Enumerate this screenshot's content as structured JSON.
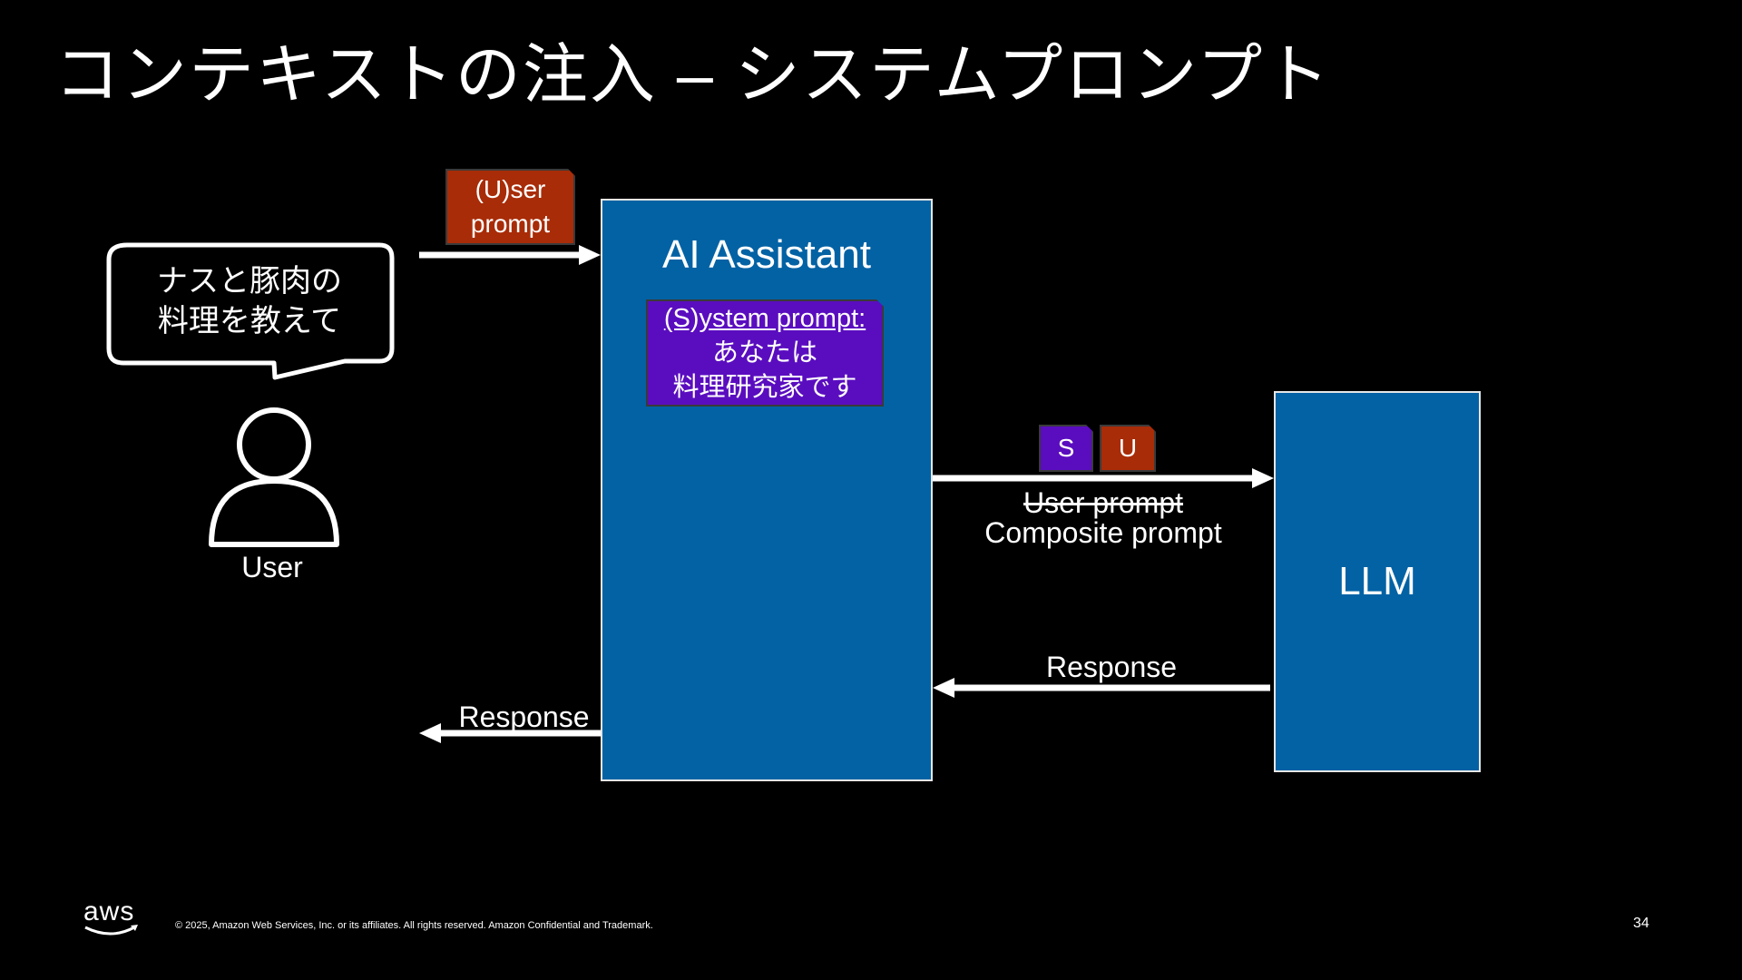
{
  "slide": {
    "title": "コンテキストの注入 – システムプロンプト",
    "page_number": "34",
    "copyright": "© 2025, Amazon Web Services, Inc. or its affiliates. All rights reserved. Amazon Confidential and Trademark.",
    "logo_text": "aws"
  },
  "user": {
    "bubble_line1": "ナスと豚肉の",
    "bubble_line2": "料理を教えて",
    "label": "User",
    "icon": "person-outline-icon"
  },
  "user_prompt_tag": {
    "line1": "(U)ser",
    "line2": "prompt",
    "color": "#a82c08"
  },
  "assistant": {
    "title": "AI Assistant",
    "color": "#0262a4",
    "system_prompt": {
      "heading": "(S)ystem prompt:",
      "line1": "あなたは",
      "line2": "料理研究家です",
      "color": "#5a0dbf"
    }
  },
  "composite": {
    "s_label": "S",
    "u_label": "U",
    "struck_label": "User prompt",
    "label": "Composite prompt"
  },
  "llm": {
    "label": "LLM",
    "color": "#0262a4"
  },
  "responses": {
    "llm_to_assistant": "Response",
    "assistant_to_user": "Response"
  }
}
